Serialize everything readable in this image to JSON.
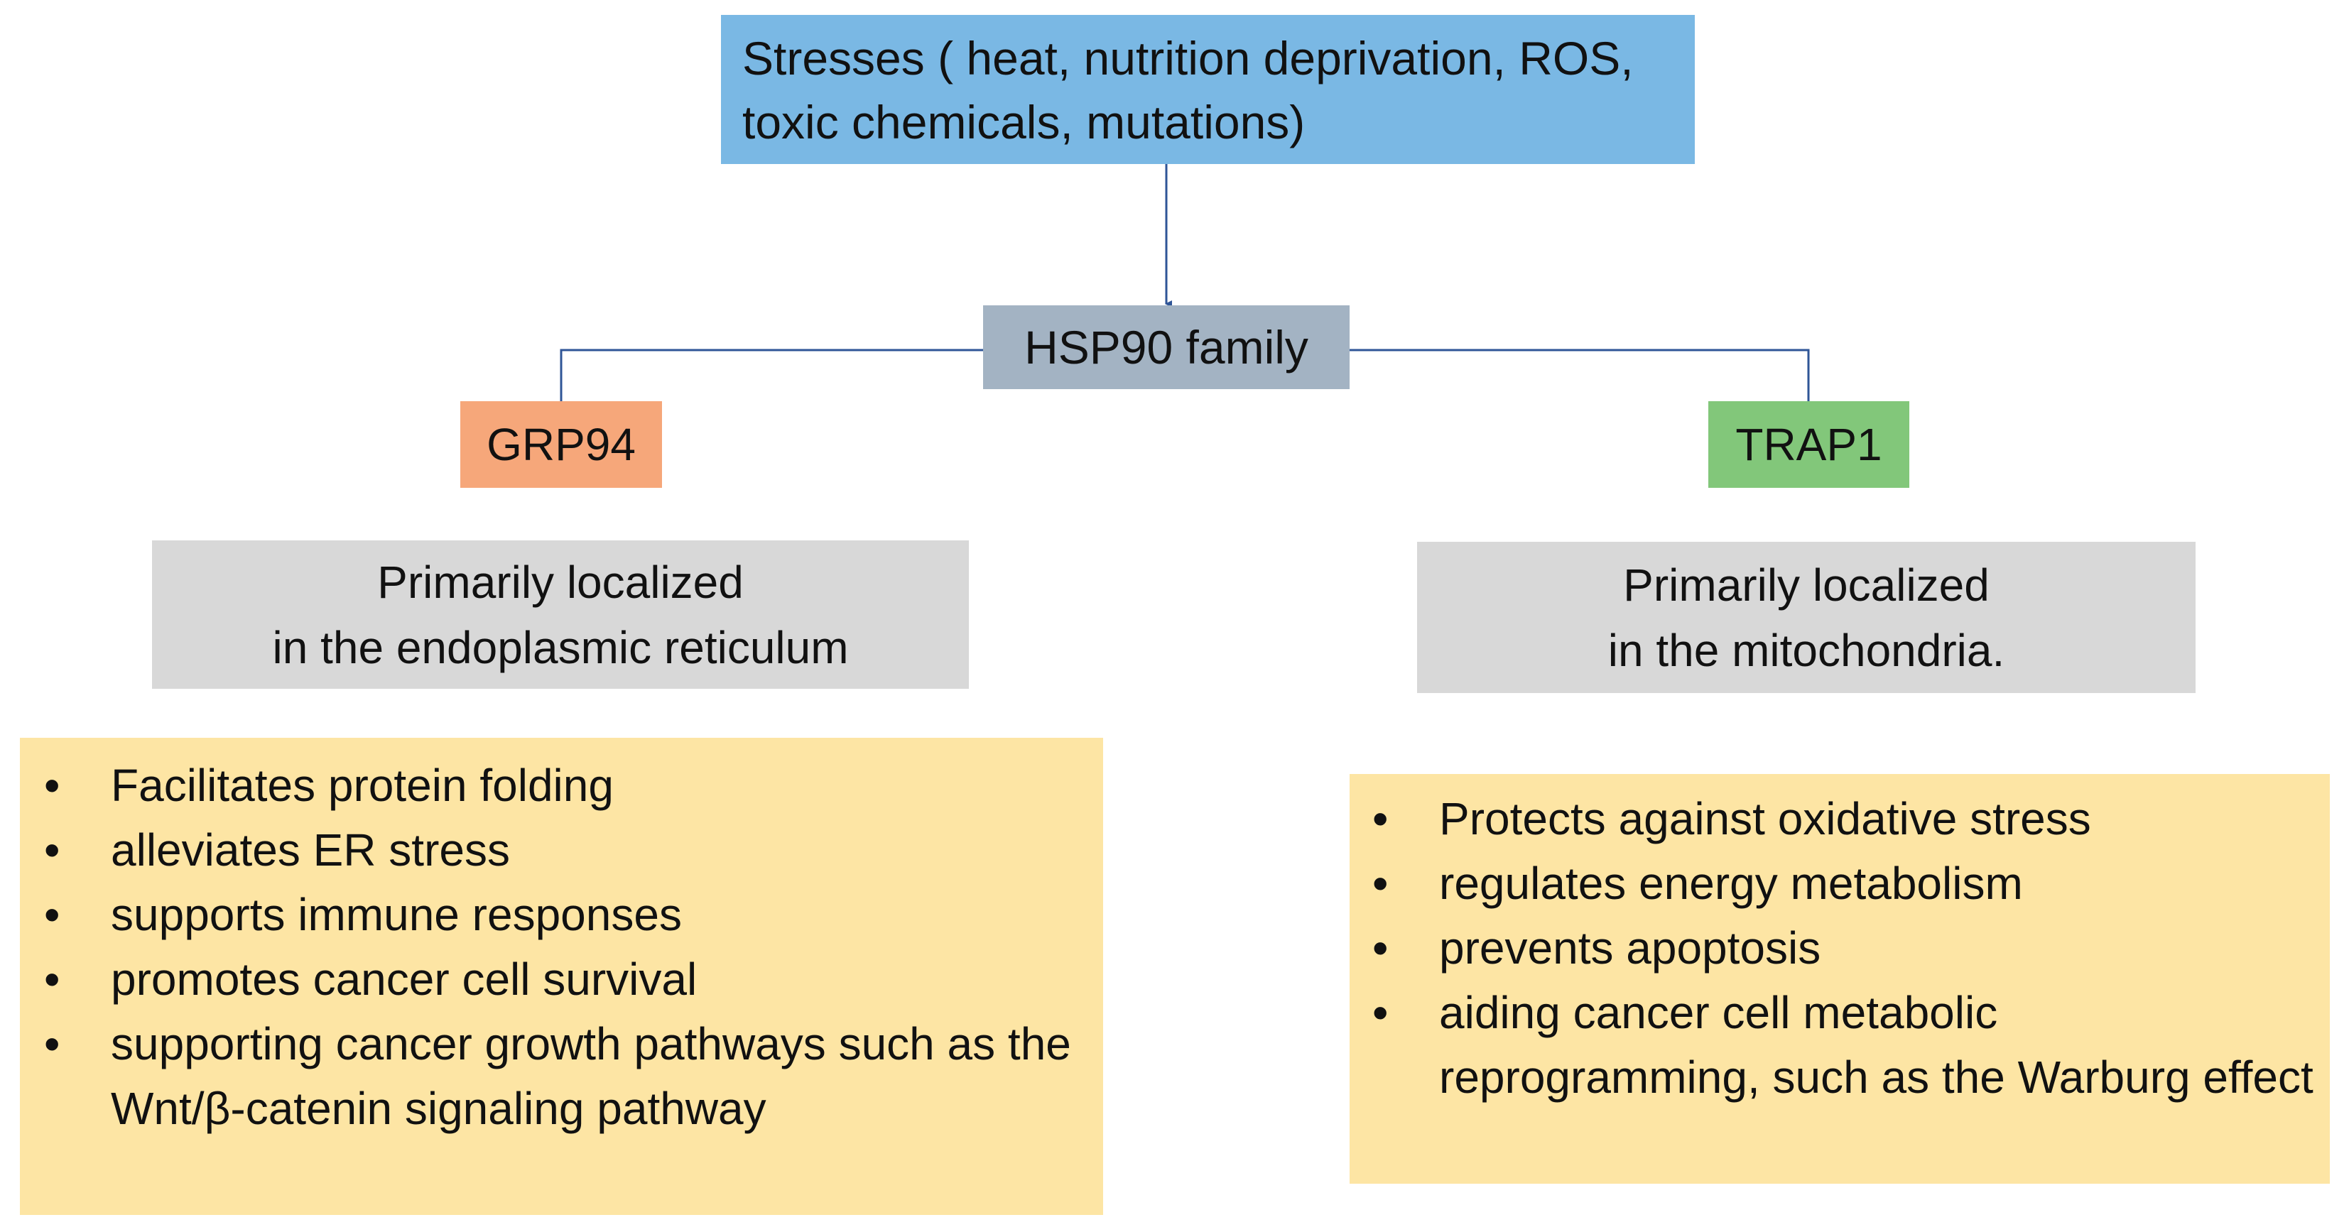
{
  "stresses": {
    "lines": [
      "Stresses ( heat, nutrition deprivation, ROS,",
      "toxic chemicals, mutations)"
    ]
  },
  "hsp90": {
    "label": "HSP90 family"
  },
  "grp94": {
    "label": "GRP94",
    "color": "#f6a77a",
    "location_lines": [
      "Primarily localized",
      "in the endoplasmic reticulum"
    ],
    "functions": [
      "Facilitates protein folding",
      "alleviates ER stress",
      "supports immune responses",
      "promotes cancer cell survival",
      "supporting cancer growth pathways such as the Wnt/β-catenin signaling pathway"
    ]
  },
  "trap1": {
    "label": "TRAP1",
    "color": "#82c77a",
    "location_lines": [
      "Primarily localized",
      "in the mitochondria."
    ],
    "functions": [
      "Protects against oxidative stress",
      "regulates energy metabolism",
      "prevents apoptosis",
      "aiding cancer cell metabolic reprogramming, such as the Warburg effect"
    ]
  },
  "colors": {
    "stresses_box": "#7ab8e4",
    "hsp90_box": "#a3b3c3",
    "location_box": "#d8d8d8",
    "function_box": "#fde5a4",
    "connector": "#2f5597"
  }
}
